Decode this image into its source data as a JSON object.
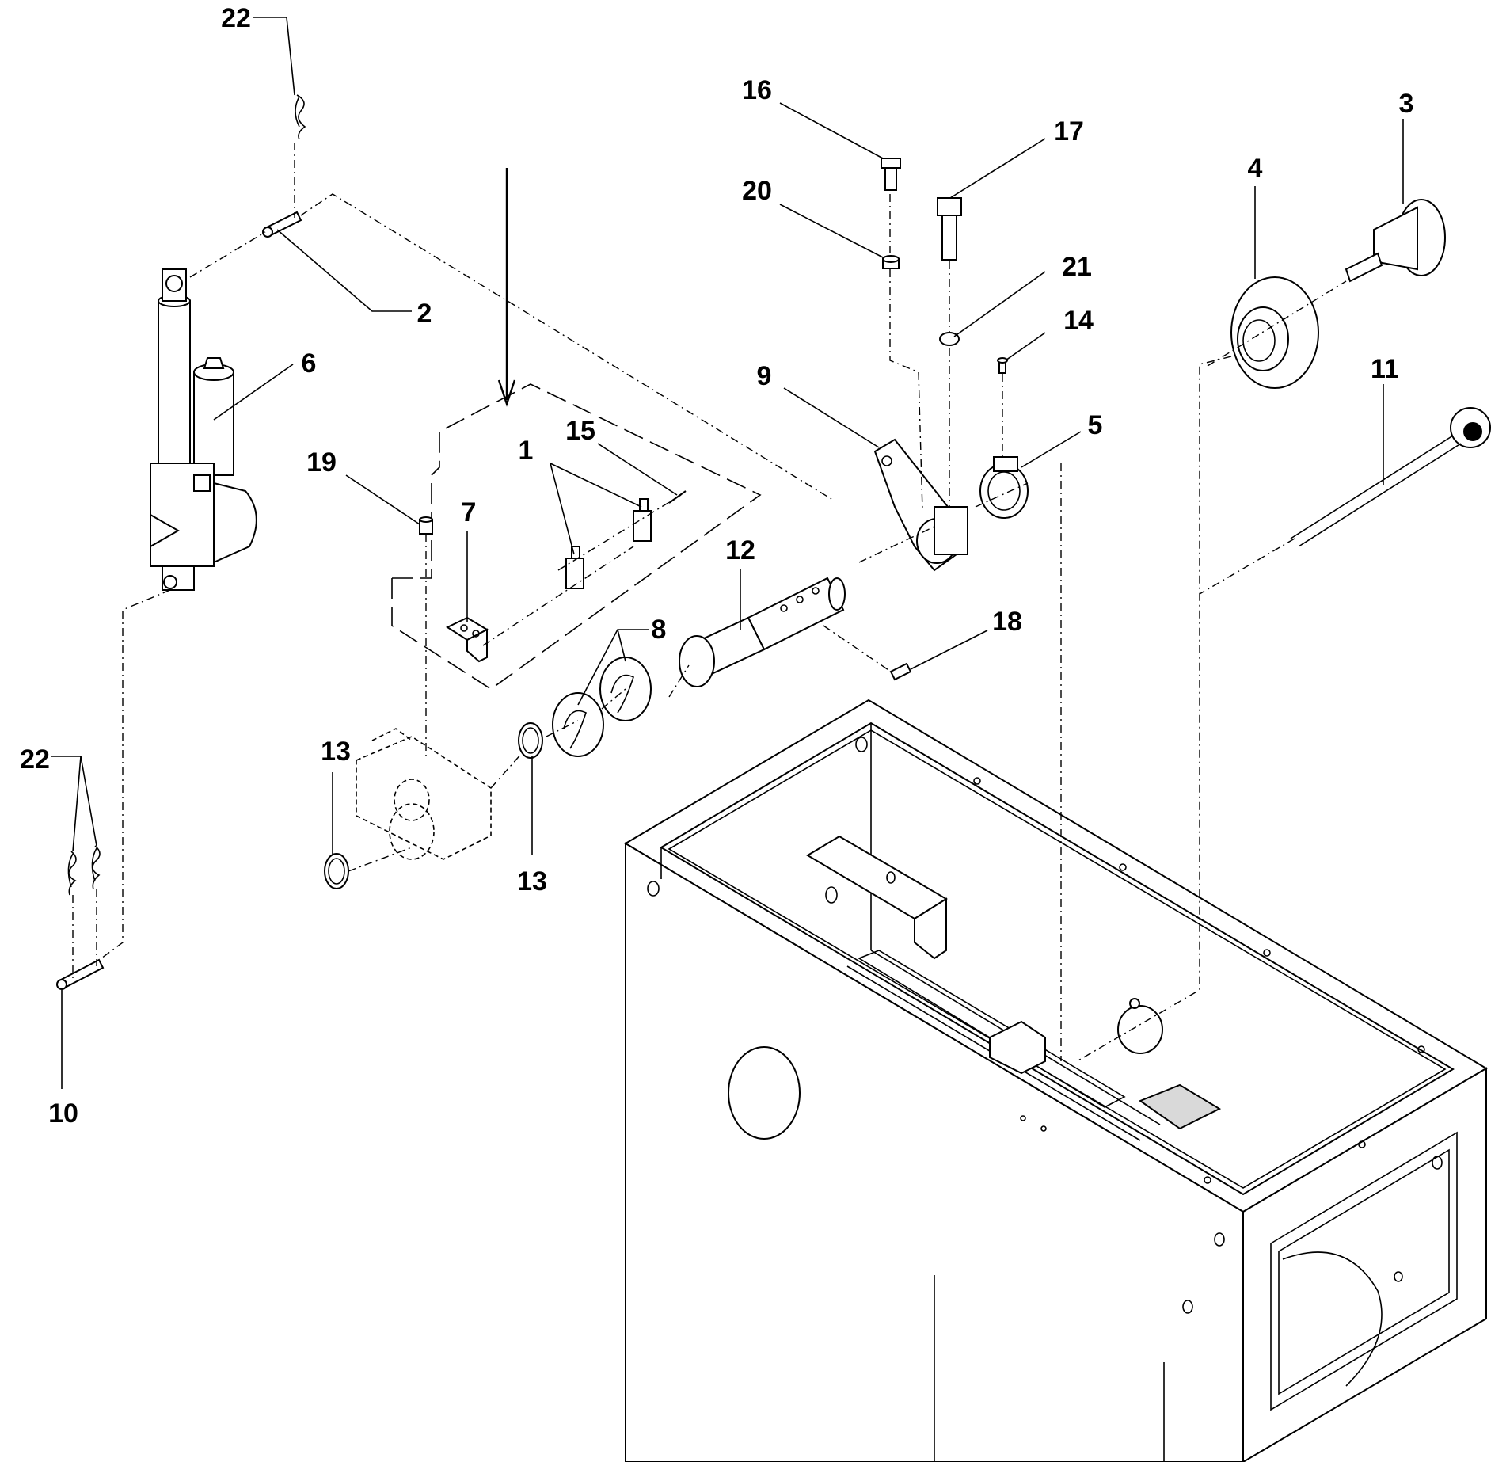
{
  "callouts": [
    {
      "id": "c22a",
      "text": "22"
    },
    {
      "id": "c2",
      "text": "2"
    },
    {
      "id": "c6",
      "text": "6"
    },
    {
      "id": "c19",
      "text": "19"
    },
    {
      "id": "c7",
      "text": "7"
    },
    {
      "id": "c1",
      "text": "1"
    },
    {
      "id": "c15",
      "text": "15"
    },
    {
      "id": "c16",
      "text": "16"
    },
    {
      "id": "c20",
      "text": "20"
    },
    {
      "id": "c17",
      "text": "17"
    },
    {
      "id": "c21",
      "text": "21"
    },
    {
      "id": "c14",
      "text": "14"
    },
    {
      "id": "c9",
      "text": "9"
    },
    {
      "id": "c5",
      "text": "5"
    },
    {
      "id": "c4",
      "text": "4"
    },
    {
      "id": "c3",
      "text": "3"
    },
    {
      "id": "c11",
      "text": "11"
    },
    {
      "id": "c12",
      "text": "12"
    },
    {
      "id": "c8",
      "text": "8"
    },
    {
      "id": "c18",
      "text": "18"
    },
    {
      "id": "c13a",
      "text": "13"
    },
    {
      "id": "c13b",
      "text": "13"
    },
    {
      "id": "c22b",
      "text": "22"
    },
    {
      "id": "c10",
      "text": "10"
    }
  ]
}
